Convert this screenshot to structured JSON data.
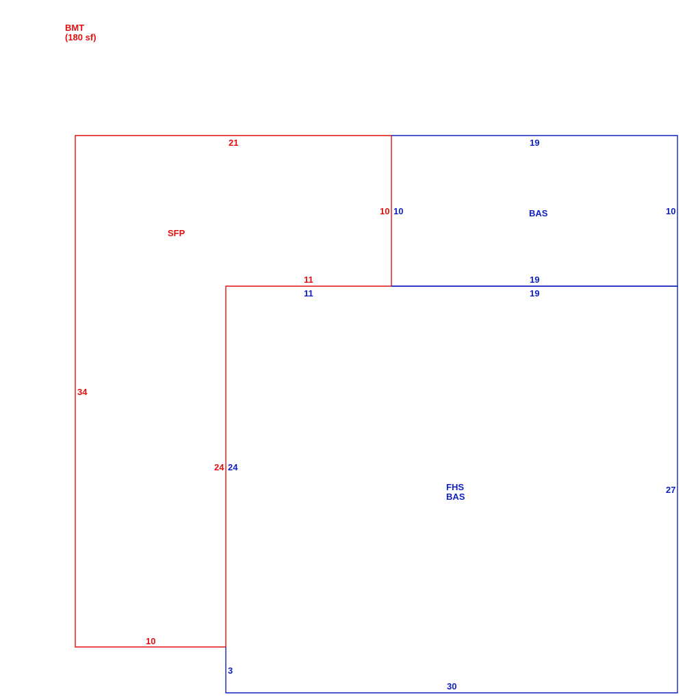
{
  "legend": {
    "area_code": "BMT",
    "area_size": "(180 sf)"
  },
  "areas": {
    "sfp": {
      "label": "SFP"
    },
    "bas_top": {
      "label": "BAS"
    },
    "main": {
      "label_line1": "FHS",
      "label_line2": "BAS"
    }
  },
  "dimensions": {
    "sfp_top": "21",
    "sfp_inner_right": "10",
    "sfp_inner_step": "11",
    "sfp_left": "34",
    "sfp_inner_left": "24",
    "sfp_bottom": "10",
    "bas_top": "19",
    "bas_left": "10",
    "bas_right": "10",
    "bas_bottom": "19",
    "main_top_left": "11",
    "main_top_right": "19",
    "main_left": "24",
    "main_right": "27",
    "main_small_left": "3",
    "main_bottom": "30"
  },
  "colors": {
    "sfp_outline": "#e01010",
    "bas_outline": "#1020c0"
  }
}
